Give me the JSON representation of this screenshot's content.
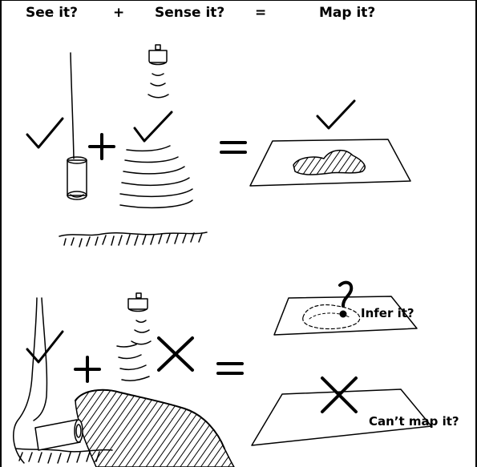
{
  "header": {
    "see": "See it?",
    "plus": "+",
    "sense": "Sense it?",
    "equals": "=",
    "map": "Map it?"
  },
  "labels": {
    "infer": "Infer it?",
    "cant_map": "Can’t map it?"
  },
  "colors": {
    "ink": "#000000",
    "background": "#ffffff"
  },
  "icons": [
    "camera-on-cable",
    "sonar-transducer",
    "check-mark",
    "cross-mark",
    "plus-sign",
    "equals-sign",
    "map-sheet",
    "seabed"
  ]
}
